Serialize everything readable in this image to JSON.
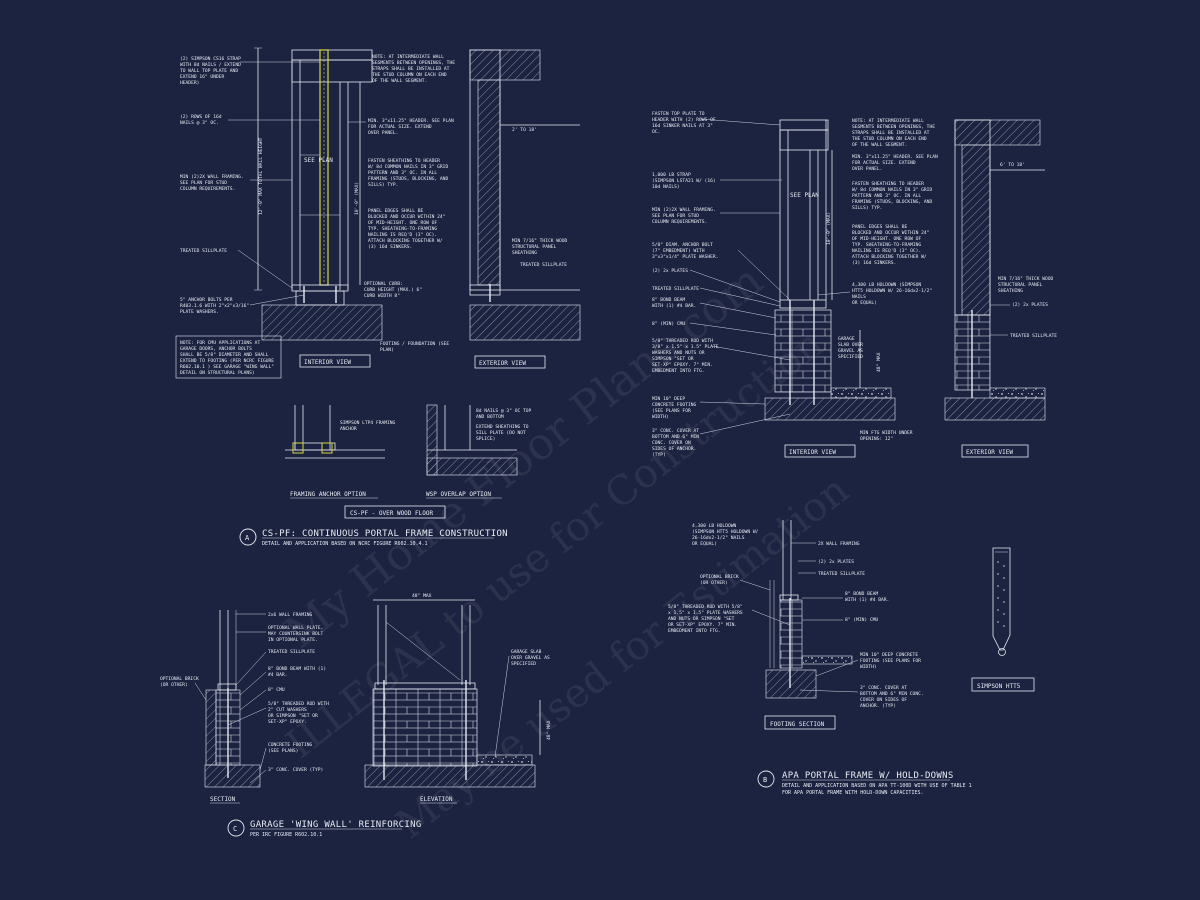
{
  "detail_a": {
    "title": "CS-PF: CONTINUOUS PORTAL FRAME CONSTRUCTION",
    "subtitle": "DETAIL AND APPLICATION BASED ON NCRC FIGURE R602.10.4.1",
    "marker": "A",
    "interior_view": "INTERIOR VIEW",
    "exterior_view": "EXTERIOR VIEW",
    "framing_anchor_option": "FRAMING ANCHOR OPTION",
    "wsp_overlap_option": "WSP OVERLAP OPTION",
    "over_wood_floor": "CS-PF - OVER WOOD FLOOR",
    "notes": [
      "(2) SIMPSON CS16 STRAP",
      "WITH 8d NAILS / EXTEND",
      "TO WALL TOP PLATE AND",
      "EXTEND 16\" UNDER",
      "HEADER)"
    ],
    "nails_note": [
      "(2) ROWS OF 16d",
      "NAILS @ 3\" OC."
    ],
    "framing_note": [
      "MIN (2)2X WALL FRAMING.",
      "SEE PLAN FOR STUD",
      "COLUMN REQUIREMENTS."
    ],
    "sillplate": "TREATED SILLPLATE",
    "anchor_note": [
      "5\" ANCHOR BOLTS PER",
      "R403.1.6 WITH 2\"x2\"x3/16\"",
      "PLATE WASHERS."
    ],
    "cmu_note": [
      "NOTE: FOR CMU APPLICATIONS AT",
      "GARAGE DOORS, ANCHOR BOLTS",
      "SHALL BE 5/8\" DIAMETER AND SHALL",
      "EXTEND TO FOOTING (PER NCRC FIGURE",
      "R602.10.1 ) SEE GARAGE \"WING WALL\"",
      "DETAIL ON STRUCTURAL PLANS)"
    ],
    "top_note": [
      "NOTE: AT INTERMEDIATE WALL",
      "SEGMENTS BETWEEN OPENINGS, THE",
      "STRAPS SHALL BE INSTALLED AT",
      "THE STUD COLUMN ON EACH END",
      "OF THE WALL SEGMENT."
    ],
    "header_note": [
      "MIN. 3\"x11.25\" HEADER. SEE PLAN",
      "FOR ACTUAL SIZE. EXTEND",
      "OVER PANEL."
    ],
    "sheathing_note": [
      "FASTEN SHEATHING TO HEADER",
      "W/ 8d COMMON NAILS IN 3\" GRID",
      "PATTERN AND 3\" OC. IN ALL",
      "FRAMING (STUDS, BLOCKING, AND",
      "SILLS) TYP."
    ],
    "panel_note": [
      "PANEL EDGES SHALL BE",
      "BLOCKED AND OCCUR WITHIN 24\"",
      "OF MID-HEIGHT. ONE ROW OF",
      "TYP. SHEATHING-TO-FRAMING",
      "NAILING IS REQ'D (3\" OC).",
      "ATTACH BLOCKING TOGETHER W/",
      "(3) 16d SINKERS."
    ],
    "curb_note": [
      "OPTIONAL CURB:",
      "CURB HEIGHT (MAX.) 6\"",
      "CURB WIDTH 8\""
    ],
    "footing_note": [
      "FOOTING / FOUNDATION (SEE",
      "PLAN)"
    ],
    "ltp4_note": [
      "SIMPSON LTP4 FRAMING",
      "ANCHOR"
    ],
    "overlap_note": [
      "8d NAILS @ 3\" OC TOP",
      "AND BOTTOM",
      "EXTEND SHEATHING TO",
      "SILL PLATE (DO NOT",
      "SPLICE)"
    ],
    "wsp_note": [
      "MIN 7/16\" THICK WOOD",
      "STRUCTURAL PANEL",
      "SHEATHING"
    ],
    "dim_total": "12'-0\" MAX TOTAL WALL HEIGHT",
    "dim_10": "10'-0\" (MAX)",
    "dim_2to18": "2' TO 18'",
    "see_plan": "SEE PLAN"
  },
  "detail_b": {
    "title": "APA PORTAL FRAME W/ HOLD-DOWNS",
    "subtitle": [
      "DETAIL AND APPLICATION BASED ON APA TT-100D WITH USE OF TABLE 1",
      "FOR APA PORTAL FRAME WITH HOLD-DOWN CAPACITIES."
    ],
    "marker": "B",
    "interior_view": "INTERIOR VIEW",
    "exterior_view": "EXTERIOR VIEW",
    "footing_section": "FOOTING SECTION",
    "simpson_hts": "SIMPSON HTT5",
    "dim_6to18": "6' TO 18'",
    "dim_48": "48\" MAX",
    "notes_left": [
      "FASTEN TOP PLATE TO",
      "HEADER WITH (2) ROWS OF",
      "16d SINKER NAILS AT 3\"",
      "OC."
    ],
    "strap": [
      "1,000 LB STRAP",
      "(SIMPSON LSTA21 W/ (16)",
      "10d NAILS)"
    ],
    "framing": [
      "MIN (2)2X WALL FRAMING.",
      "SEE PLAN FOR STUD",
      "COLUMN REQUIREMENTS."
    ],
    "anchor": [
      "5/8\" DIAM. ANCHOR BOLT",
      "(7\" EMBEDMENT) WITH",
      "3\"x3\"x1/4\" PLATE WASHER."
    ],
    "plates": "(2) 2x PLATES",
    "sill": "TREATED SILLPLATE",
    "bond": [
      "8\" BOND BEAM",
      "WITH (1) #4 BAR."
    ],
    "cmu": "8\" (MIN) CMU",
    "rod": [
      "5/8\" THREADED ROD WITH",
      "3/8\" x 1.5\" x 1.5\" PLATE",
      "WASHERS AND NUTS OR",
      "SIMPSON \"SET OR",
      "SET-XP\" EPOXY. 7\" MIN.",
      "EMBEDMENT INTO FTG."
    ],
    "footing": [
      "MIN 10\" DEEP",
      "CONCRETE FOOTING",
      "(SEE PLANS FOR",
      "WIDTH)"
    ],
    "cover": [
      "3\" CONC. COVER AT",
      "BOTTOM AND 6\" MIN",
      "CONC. COVER ON",
      "SIDES OF ANCHOR.",
      "(TYP)"
    ],
    "holdown": [
      "4,300 LB HOLDOWN (SIMPSON",
      "HTT5 HOLDOWN W/ 26-16dx2-1/2\"",
      "NAILS",
      "OR EQUAL)"
    ],
    "slab": [
      "GARAGE",
      "SLAB OVER",
      "GRAVEL AS",
      "SPECIFIED"
    ],
    "ftg_width": [
      "MIN FTG WIDTH UNDER",
      "OPENING: 12\""
    ],
    "wsp": [
      "MIN 7/16\" THICK WOOD",
      "STRUCTURAL PANEL",
      "SHEATHING"
    ],
    "plates2": "(2) 2x PLATES",
    "sill2": "TREATED SILLPLATE",
    "fs_holdown": [
      "4,300 LB HOLDOWN",
      "(SIMPSON HTT5 HOLDOWN W/",
      "26-16dx2-1/2\" NAILS",
      "OR EQUAL)"
    ],
    "fs_framing": "2X WALL FRAMING",
    "fs_plates": "(2) 2x PLATES",
    "fs_sill": "TREATED SILLPLATE",
    "fs_brick": [
      "OPTIONAL BRICK",
      "(OR OTHER)"
    ],
    "fs_bond": [
      "8\" BOND BEAM",
      "WITH (1) #4 BAR."
    ],
    "fs_cmu": "8\" (MIN) CMU",
    "fs_rod": [
      "5/8\" THREADED ROD WITH 5/8\"",
      "x 1.5\" x 1.5\" PLATE WASHERS",
      "AND NUTS OR SIMPSON \"SET",
      "OR SET-XP\" EPOXY. 7\" MIN.",
      "EMBEDMENT INTO FTG."
    ],
    "fs_footing": [
      "MIN 10\" DEEP CONCRETE",
      "FOOTING (SEE PLANS FOR",
      "WIDTH)"
    ],
    "fs_cover": [
      "3\" CONC. COVER AT",
      "BOTTOM AND 6\" MIN CONC.",
      "COVER ON SIDES OF",
      "ANCHOR. (TYP)"
    ]
  },
  "detail_c": {
    "title": "GARAGE 'WING WALL' REINFORCING",
    "subtitle": "PER IRC FIGURE R602.10.1",
    "marker": "C",
    "section": "SECTION",
    "elevation": "ELEVATION",
    "dim_48": "48\" MAX",
    "framing": "2x6 WALL FRAMING",
    "wall_plate": [
      "OPTIONAL WALL PLATE,",
      "MAY COUNTERSINK BOLT",
      "IN OPTIONAL PLATE."
    ],
    "sill": "TREATED SILLPLATE",
    "bond": [
      "8\" BOND BEAM WITH (1)",
      "#4 BAR."
    ],
    "cmu": "8\" CMU",
    "rod": [
      "5/8\" THREADED ROD WITH",
      "2\" CUT WASHERS",
      "OR SIMPSON \"SET OR",
      "SET-XP\" EPOXY."
    ],
    "footing": [
      "CONCRETE FOOTING",
      "(SEE PLANS)"
    ],
    "cover": "3\" CONC. COVER (TYP)",
    "brick": [
      "OPTIONAL BRICK",
      "(OR OTHER)"
    ],
    "slab": [
      "GARAGE SLAB",
      "OVER GRAVEL AS",
      "SPECIFIED"
    ]
  },
  "watermark": [
    "My Home Floor Plans.com",
    "ILLEGAL to use for Construction",
    "May be used for Estimation"
  ],
  "colors": {
    "background": "#1c2340",
    "linework": "#e6eaf2",
    "strap_highlight": "#d8d640"
  }
}
